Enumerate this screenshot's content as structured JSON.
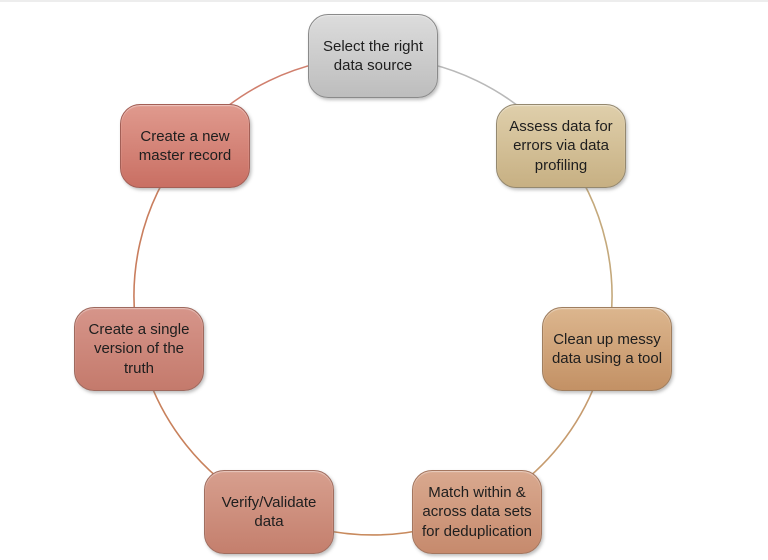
{
  "diagram": {
    "type": "cycle",
    "background_color": "#ffffff",
    "text_color": "#1e1e1e",
    "nodes": [
      {
        "id": "select-data-source",
        "label": "Select the right data source",
        "fill_top": "#dcdcdc",
        "fill_bottom": "#bdbdbd",
        "border_color": "#8a8a8a",
        "arc_color": "#b9b9b9"
      },
      {
        "id": "assess-data-profiling",
        "label": "Assess data for errors via data profiling",
        "fill_top": "#dfcfab",
        "fill_bottom": "#c7b083",
        "border_color": "#94886f",
        "arc_color": "#c4a97c"
      },
      {
        "id": "clean-messy-data",
        "label": "Clean up messy data using a tool",
        "fill_top": "#dcb68e",
        "fill_bottom": "#c39165",
        "border_color": "#9f7e5f",
        "arc_color": "#c69b6e"
      },
      {
        "id": "match-deduplication",
        "label": "Match within & across data sets for deduplication",
        "fill_top": "#d9a98f",
        "fill_bottom": "#c68a6d",
        "border_color": "#a3765f",
        "arc_color": "#c88a5d"
      },
      {
        "id": "verify-validate-data",
        "label": "Verify/Validate data",
        "fill_top": "#d79f8e",
        "fill_bottom": "#c47f6d",
        "border_color": "#a06e60",
        "arc_color": "#c8815c"
      },
      {
        "id": "single-version-of-truth",
        "label": "Create a single version of the truth",
        "fill_top": "#d6958a",
        "fill_bottom": "#c47a6c",
        "border_color": "#9e695e",
        "arc_color": "#c97e5e"
      },
      {
        "id": "new-master-record",
        "label": "Create a new master record",
        "fill_top": "#e09a8e",
        "fill_bottom": "#c96f63",
        "border_color": "#a35f56",
        "arc_color": "#d07f6d"
      }
    ]
  }
}
